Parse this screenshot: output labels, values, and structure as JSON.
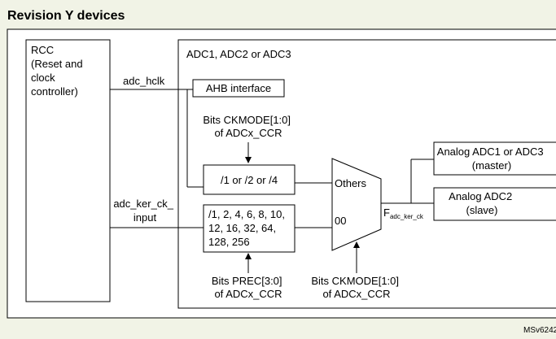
{
  "title": "Revision Y devices",
  "rcc": {
    "lines": [
      "RCC",
      "(Reset and",
      "clock",
      "controller)"
    ]
  },
  "adc_block": {
    "title": "ADC1, ADC2 or ADC3"
  },
  "signals": {
    "adc_hclk": "adc_hclk",
    "adc_ker_ck_lines": [
      "adc_ker_ck_",
      "input"
    ],
    "fadc_main": "F",
    "fadc_sub": "adc_ker_ck"
  },
  "ahb": {
    "label": "AHB interface"
  },
  "ckmode_top": {
    "lines": [
      "Bits CKMODE[1:0]",
      "of ADCx_CCR"
    ]
  },
  "div_small": {
    "label": "/1 or /2 or /4"
  },
  "div_big": {
    "lines": [
      "/1, 2, 4, 6, 8, 10,",
      "12, 16, 32, 64,",
      "128, 256"
    ]
  },
  "prec": {
    "lines": [
      "Bits PREC[3:0]",
      "of ADCx_CCR"
    ]
  },
  "ckmode_bottom": {
    "lines": [
      "Bits CKMODE[1:0]",
      "of ADCx_CCR"
    ]
  },
  "mux": {
    "others": "Others",
    "zero": "00"
  },
  "analog1": {
    "lines": [
      "Analog ADC1 or ADC3",
      "(master)"
    ]
  },
  "analog2": {
    "lines": [
      "Analog ADC2",
      "(slave)"
    ]
  },
  "code": "MSv6242"
}
